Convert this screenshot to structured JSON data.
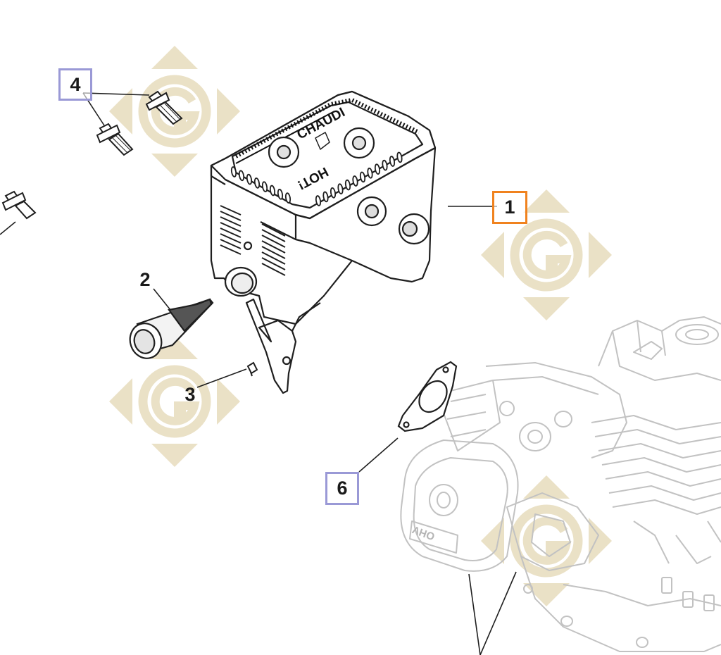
{
  "diagram": {
    "callouts": [
      {
        "label": "1",
        "style": "orange-box"
      },
      {
        "label": "2",
        "style": "plain"
      },
      {
        "label": "3",
        "style": "plain"
      },
      {
        "label": "4",
        "style": "blue-box"
      },
      {
        "label": "6",
        "style": "blue-box"
      }
    ],
    "cover_text": {
      "top": "CHAUDI",
      "bottom": "HOT!"
    },
    "engine_text": "OHV",
    "colors": {
      "watermark": "#e7dcbd",
      "callout_orange": "#f0821e",
      "callout_blue": "#9a99d6",
      "line": "#1f1f1f",
      "engine_line": "#bdbdbd"
    }
  }
}
